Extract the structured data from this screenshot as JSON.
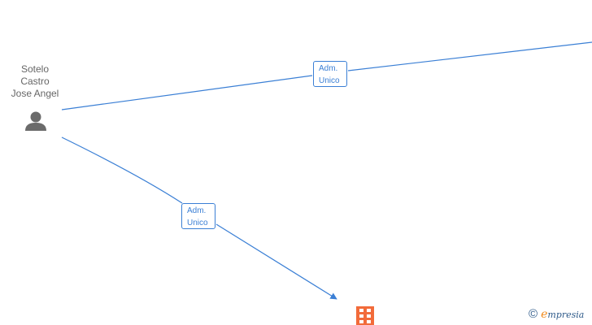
{
  "person": {
    "name_lines": [
      "Sotelo",
      "Castro",
      "Jose Angel"
    ],
    "icon": "person-icon"
  },
  "edges": [
    {
      "label_lines": [
        "Adm.",
        "Unico"
      ]
    },
    {
      "label_lines": [
        "Adm.",
        "Unico"
      ]
    }
  ],
  "company": {
    "icon": "building-icon"
  },
  "credit": {
    "symbol": "©",
    "brand_first": "e",
    "brand_rest": "mpresia"
  },
  "colors": {
    "edge": "#3a7fd5",
    "person_icon": "#6b6b6b",
    "company_icon": "#f26b3a",
    "text": "#666666"
  }
}
